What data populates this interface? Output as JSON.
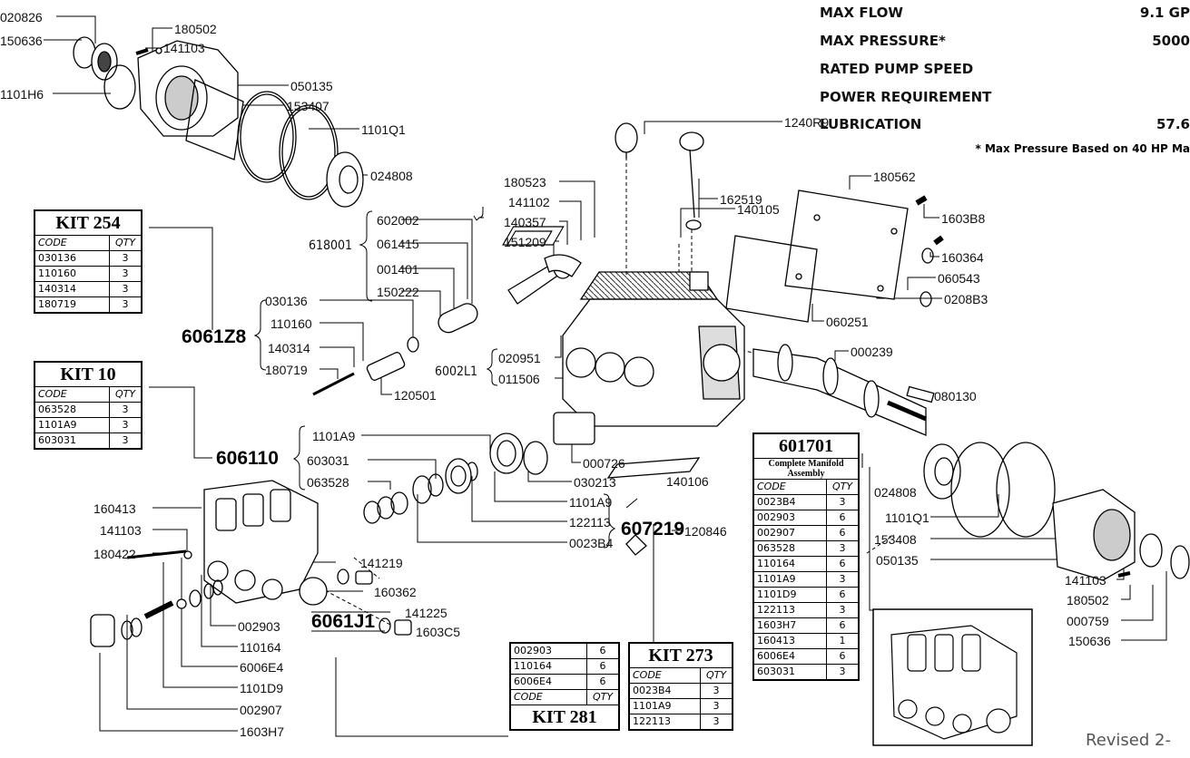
{
  "specs": {
    "rows": [
      {
        "label": "MAX FLOW",
        "value": "9.1 GP"
      },
      {
        "label": "MAX PRESSURE*",
        "value": "5000"
      },
      {
        "label": "RATED PUMP SPEED",
        "value": ""
      },
      {
        "label": "POWER REQUIREMENT",
        "value": ""
      },
      {
        "label": "LUBRICATION",
        "value": "57.6"
      }
    ],
    "footnote": "* Max Pressure Based on 40 HP Ma"
  },
  "groups": {
    "g6061Z8": "6061Z8",
    "g606110": "606110",
    "g607219": "607219",
    "g6061J1": "6061J1",
    "g618001": "618001",
    "g6002L1": "6002L1"
  },
  "parts": {
    "p020826": "020826",
    "p180502a": "180502",
    "p150636a": "150636",
    "p141103a": "141103",
    "p1101H6": "1101H6",
    "p050135a": "050135",
    "p153407": "153407",
    "p1101Q1a": "1101Q1",
    "p024808a": "024808",
    "p1240R9": "1240R9",
    "p162519": "162519",
    "p180562": "180562",
    "p140105": "140105",
    "p1603B8": "1603B8",
    "p160364": "160364",
    "p060543": "060543",
    "p0208B3": "0208B3",
    "p060251": "060251",
    "p000239": "000239",
    "p080130": "080130",
    "p180523": "180523",
    "p141102": "141102",
    "p140357": "140357",
    "p151209": "151209",
    "p602002": "602002",
    "p061415": "061415",
    "p001401": "001401",
    "p150222": "150222",
    "p030136": "030136",
    "p110160": "110160",
    "p140314": "140314",
    "p180719": "180719",
    "p120501": "120501",
    "p020951": "020951",
    "p011506": "011506",
    "p1101A9a": "1101A9",
    "p603031": "603031",
    "p063528": "063528",
    "p000726": "000726",
    "p030213": "030213",
    "p1101A9b": "1101A9",
    "p122113": "122113",
    "p0023B4": "0023B4",
    "p140106": "140106",
    "p120846": "120846",
    "p024808b": "024808",
    "p1101Q1b": "1101Q1",
    "p153408": "153408",
    "p050135b": "050135",
    "p141103c": "141103",
    "p180502b": "180502",
    "p000759": "000759",
    "p150636b": "150636",
    "p160413": "160413",
    "p141103b": "141103",
    "p180422": "180422",
    "p141219": "141219",
    "p160362": "160362",
    "p141225": "141225",
    "p1603C5": "1603C5",
    "p002903": "002903",
    "p110164": "110164",
    "p6006E4": "6006E4",
    "p1101D9": "1101D9",
    "p002907": "002907",
    "p1603H7": "1603H7"
  },
  "kits": {
    "kit254": {
      "title": "KIT 254",
      "code_h": "CODE",
      "qty_h": "QTY",
      "rows": [
        [
          "030136",
          "3"
        ],
        [
          "110160",
          "3"
        ],
        [
          "140314",
          "3"
        ],
        [
          "180719",
          "3"
        ]
      ]
    },
    "kit10": {
      "title": "KIT 10",
      "code_h": "CODE",
      "qty_h": "QTY",
      "rows": [
        [
          "063528",
          "3"
        ],
        [
          "1101A9",
          "3"
        ],
        [
          "603031",
          "3"
        ]
      ]
    },
    "kit281": {
      "title": "KIT 281",
      "code_h": "CODE",
      "qty_h": "QTY",
      "rows": [
        [
          "002903",
          "6"
        ],
        [
          "110164",
          "6"
        ],
        [
          "6006E4",
          "6"
        ]
      ]
    },
    "kit273": {
      "title": "KIT 273",
      "code_h": "CODE",
      "qty_h": "QTY",
      "rows": [
        [
          "0023B4",
          "3"
        ],
        [
          "1101A9",
          "3"
        ],
        [
          "122113",
          "3"
        ]
      ]
    },
    "kit601701": {
      "title": "601701",
      "subtitle": "Complete Manifold Assembly",
      "code_h": "CODE",
      "qty_h": "QTY",
      "rows": [
        [
          "0023B4",
          "3"
        ],
        [
          "002903",
          "6"
        ],
        [
          "002907",
          "6"
        ],
        [
          "063528",
          "3"
        ],
        [
          "110164",
          "6"
        ],
        [
          "1101A9",
          "3"
        ],
        [
          "1101D9",
          "6"
        ],
        [
          "122113",
          "3"
        ],
        [
          "1603H7",
          "6"
        ],
        [
          "160413",
          "1"
        ],
        [
          "6006E4",
          "6"
        ],
        [
          "603031",
          "3"
        ]
      ]
    }
  },
  "footer": {
    "revised": "Revised 2-"
  }
}
